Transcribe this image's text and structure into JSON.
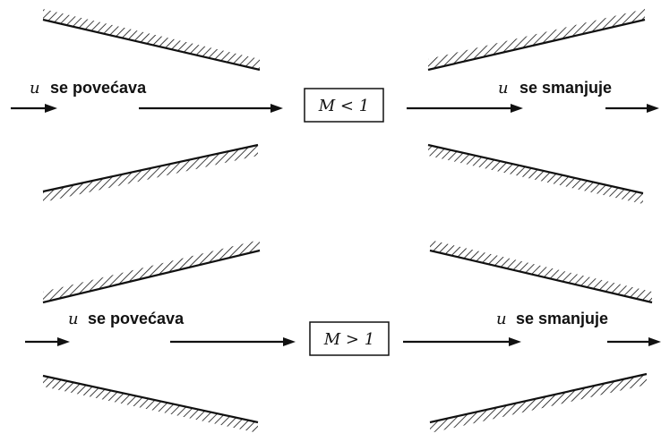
{
  "diagram": {
    "top": {
      "left_var": "u",
      "left_text": "se povećava",
      "mach_label": "M < 1",
      "right_var": "u",
      "right_text": "se smanjuje"
    },
    "bottom": {
      "left_var": "u",
      "left_text": "se povećava",
      "mach_label": "M > 1",
      "right_var": "u",
      "right_text": "se smanjuje"
    }
  }
}
